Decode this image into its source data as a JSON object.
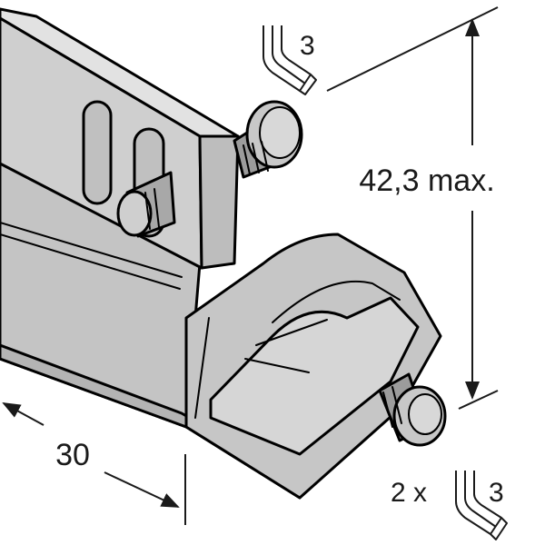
{
  "dimensions": {
    "height_label": "42,3 max.",
    "width_label": "30",
    "hex_key_top": {
      "size": "3"
    },
    "hex_key_bottom": {
      "quantity": "2 x",
      "size": "3"
    }
  },
  "colors": {
    "body": "#c8c8c8",
    "body_light": "#dcdcdc",
    "body_dark": "#a9a9a9",
    "outline": "#000000",
    "dim_line": "#1a1a1a"
  },
  "icons": [
    "hex-key-icon",
    "hex-key-icon"
  ]
}
